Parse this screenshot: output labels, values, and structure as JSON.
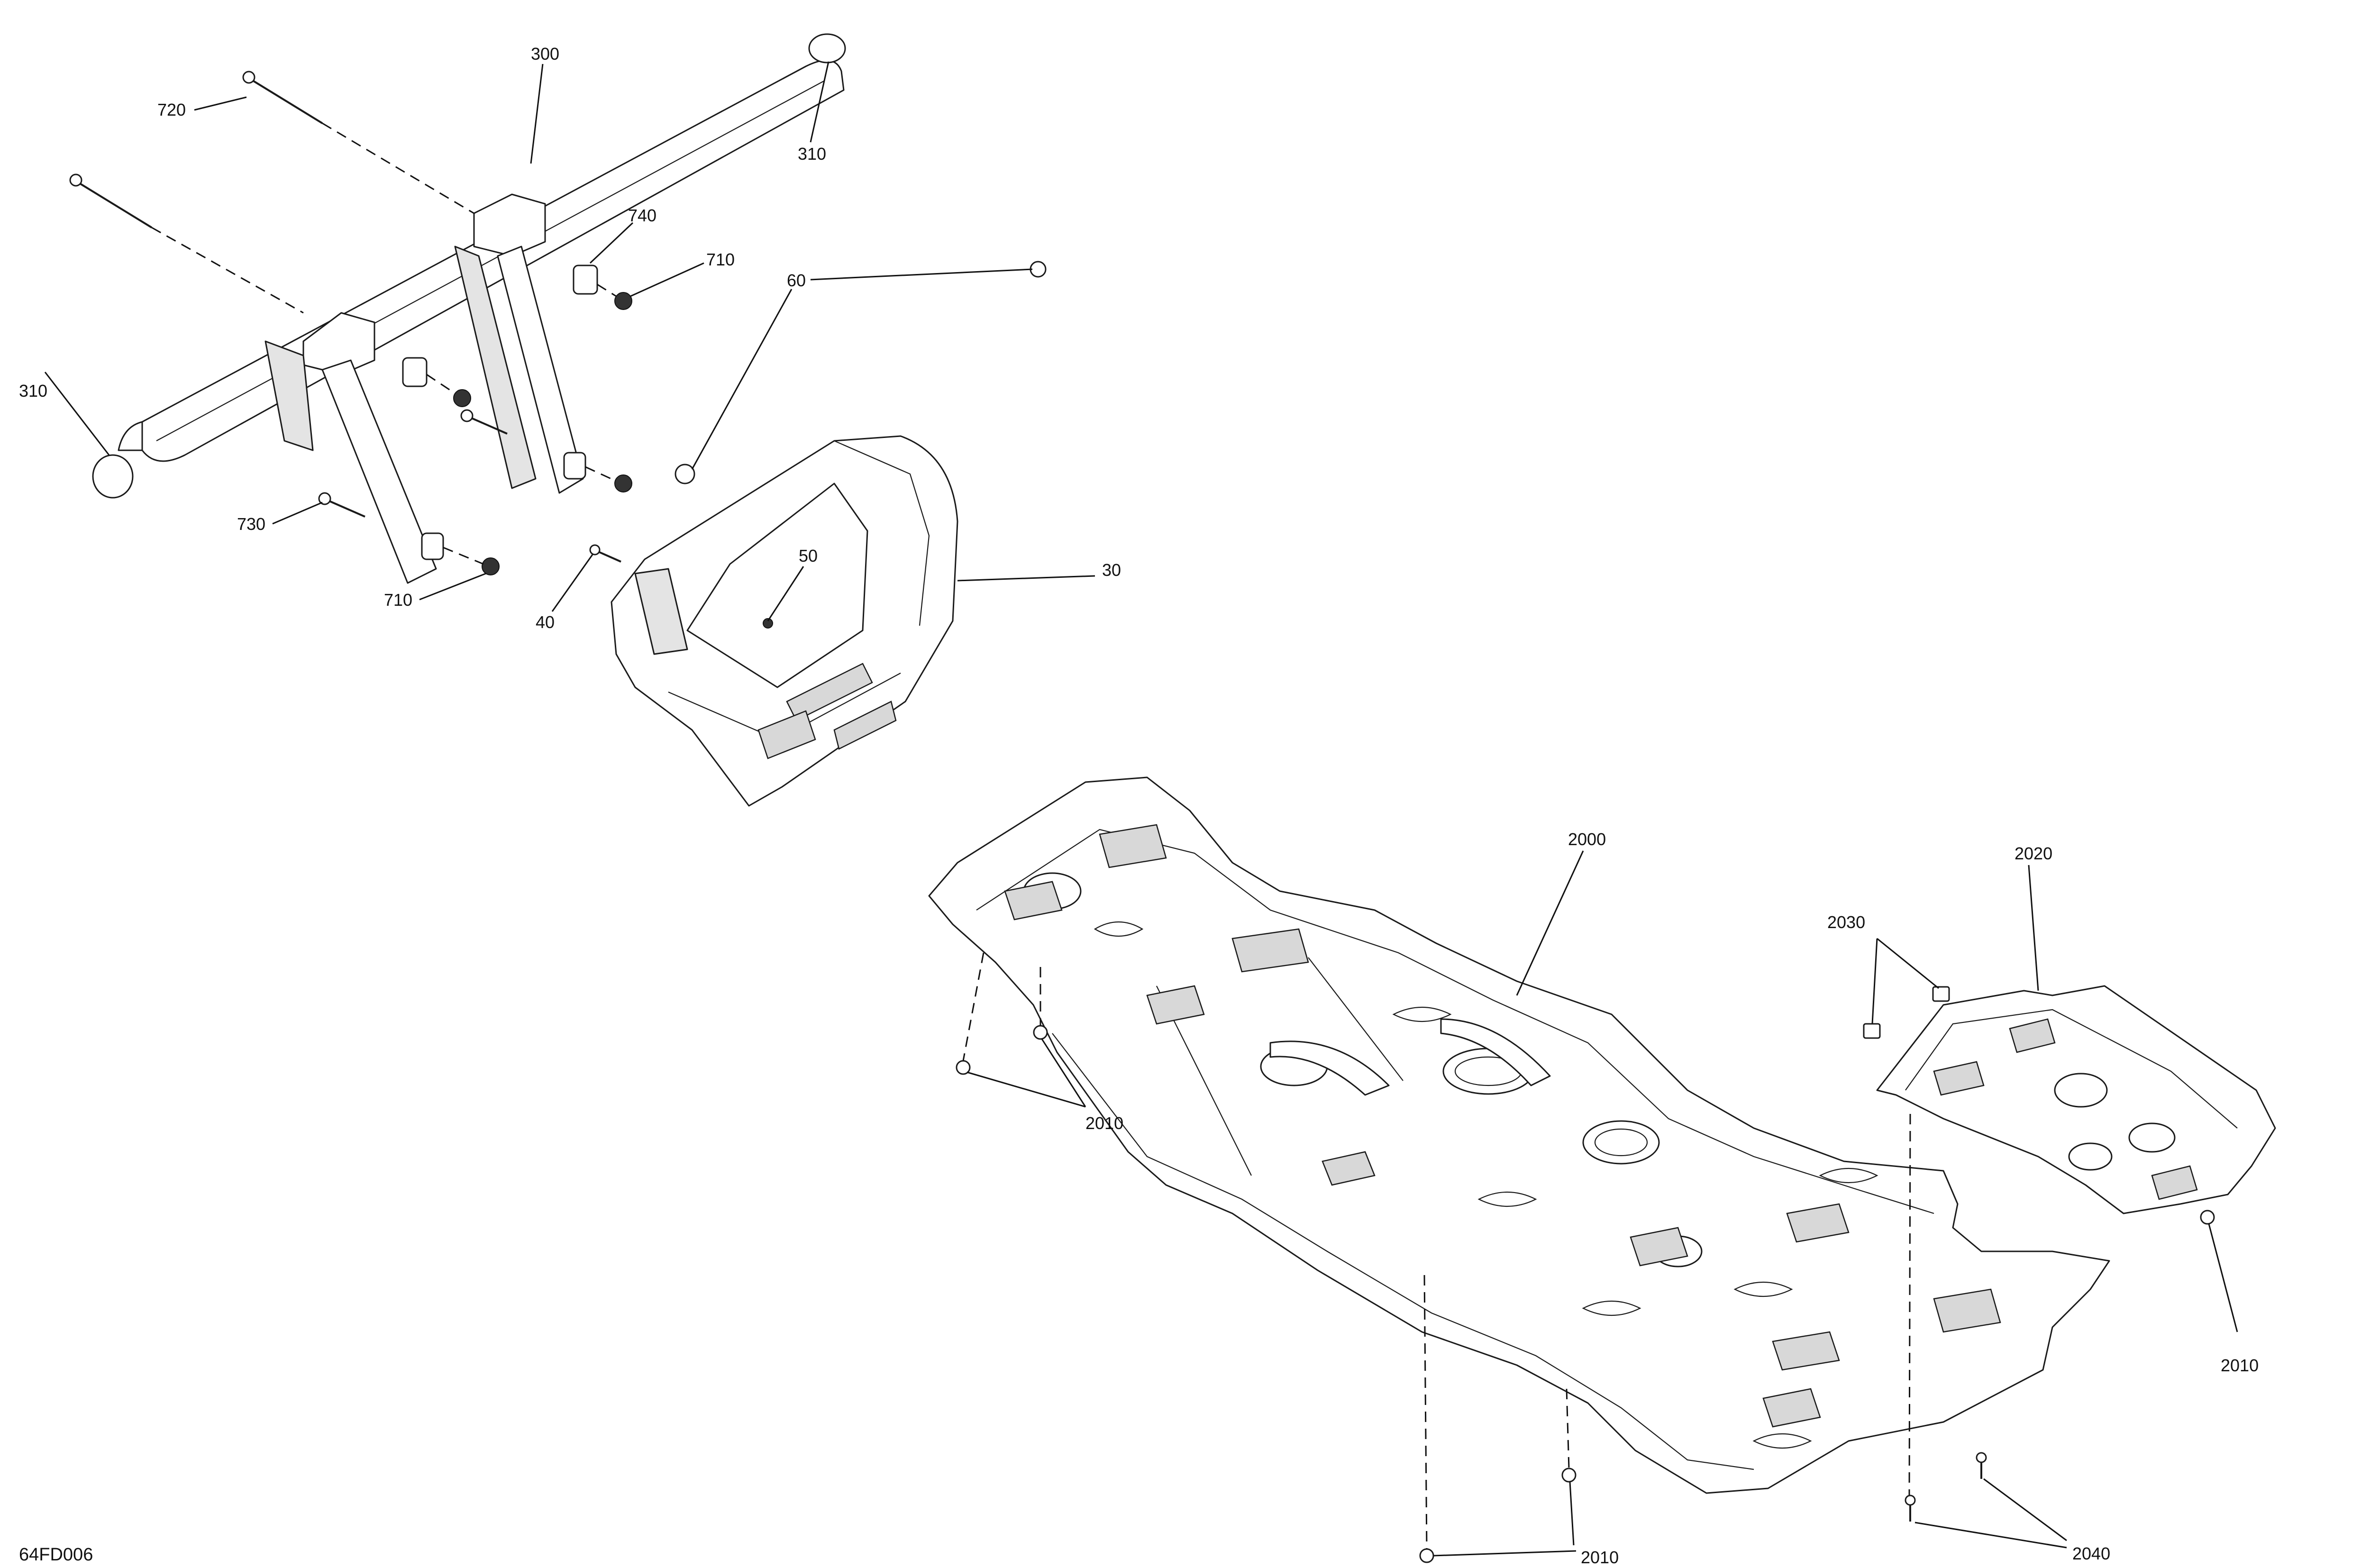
{
  "callouts": {
    "c300": "300",
    "c310_top": "310",
    "c310_left": "310",
    "c720": "720",
    "c740": "740",
    "c710_upper": "710",
    "c710_lower": "710",
    "c730": "730",
    "c60": "60",
    "c50": "50",
    "c40": "40",
    "c30": "30",
    "c2000": "2000",
    "c2020": "2020",
    "c2030": "2030",
    "c2010_left": "2010",
    "c2010_right": "2010",
    "c2010_bottom": "2010",
    "c2040": "2040"
  },
  "reference_code": "64FD006"
}
